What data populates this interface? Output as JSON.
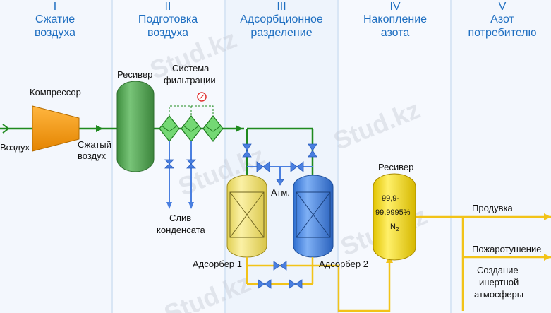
{
  "stages": [
    {
      "numeral": "I",
      "title_1": "Сжатие",
      "title_2": "воздуха"
    },
    {
      "numeral": "II",
      "title_1": "Подготовка",
      "title_2": "воздуха"
    },
    {
      "numeral": "III",
      "title_1": "Адсорбционное",
      "title_2": "разделение"
    },
    {
      "numeral": "IV",
      "title_1": "Накопление",
      "title_2": "азота"
    },
    {
      "numeral": "V",
      "title_1": "Азот",
      "title_2": "потребителю"
    }
  ],
  "labels": {
    "air_in": "Воздух",
    "compressor": "Компрессор",
    "compressed_1": "Сжатый",
    "compressed_2": "воздух",
    "receiver_1": "Ресивер",
    "filter_1": "Система",
    "filter_2": "фильтрации",
    "condensate_1": "Слив",
    "condensate_2": "конденсата",
    "atm": "Атм.",
    "adsorber_1": "Адсорбер 1",
    "adsorber_2": "Адсорбер 2",
    "receiver_2": "Ресивер",
    "purity_1": "99,9-",
    "purity_2": "99,9995%",
    "n2": "N",
    "n2_sub": "2",
    "out_1": "Продувка",
    "out_2": "Пожаротушение",
    "out_3_1": "Создание",
    "out_3_2": "инертной",
    "out_3_3": "атмосферы"
  },
  "watermark": "Stud.kz",
  "colors": {
    "stage_band": "#f1f6fd",
    "stage_divider": "#d8e6f5",
    "title_blue": "#1f6fc1",
    "pipe_green": "#1f8a1f",
    "pipe_blue": "#4a7fe0",
    "pipe_yellow": "#f2c318",
    "compressor": "#f39c12",
    "receiver_green": "#5aa85a",
    "adsorber_yellow": "#f2e47c",
    "adsorber_blue": "#4f8fe6",
    "receiver_yellow": "#f5d90c",
    "filter_green": "#6fd36f",
    "gauge_red": "#e03030"
  }
}
